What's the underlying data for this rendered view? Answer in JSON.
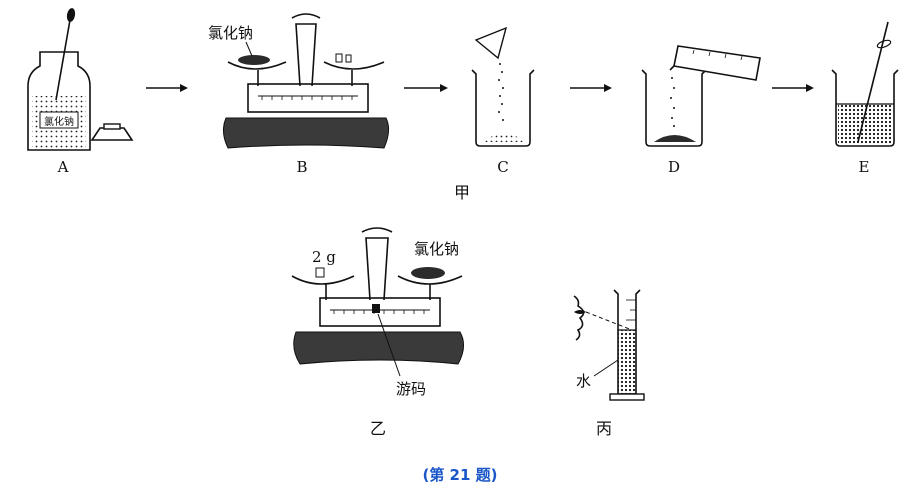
{
  "figure": {
    "apparatus_labels": [
      "A",
      "B",
      "C",
      "D",
      "E"
    ],
    "group_labels": {
      "jia": "甲",
      "yi": "乙",
      "bing": "丙"
    },
    "sodium_chloride_label": "氯化钠",
    "weight_label": "2 g",
    "rider_label": "游码",
    "water_label": "水",
    "caption": "(第 21 题)",
    "colors": {
      "ink": "#111111",
      "caption": "#1a56c8",
      "fill_dark": "#2b2b2b"
    }
  }
}
